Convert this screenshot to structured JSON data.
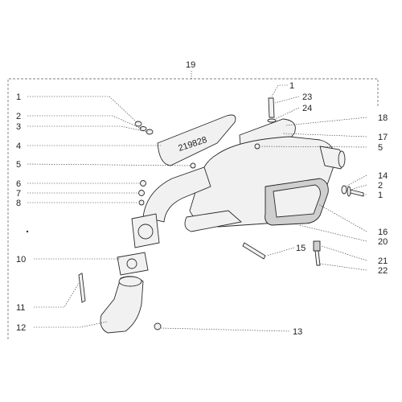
{
  "diagram": {
    "assembly_number": "19",
    "stamp_text": "219828",
    "callouts": [
      {
        "id": "c1-left",
        "number": "1"
      },
      {
        "id": "c2-left",
        "number": "2"
      },
      {
        "id": "c3-left",
        "number": "3"
      },
      {
        "id": "c4-left",
        "number": "4"
      },
      {
        "id": "c5-left",
        "number": "5"
      },
      {
        "id": "c6-left",
        "number": "6"
      },
      {
        "id": "c7-left",
        "number": "7"
      },
      {
        "id": "c8-left",
        "number": "8"
      },
      {
        "id": "c10-left",
        "number": "10"
      },
      {
        "id": "c11-left",
        "number": "11"
      },
      {
        "id": "c12-left",
        "number": "12"
      },
      {
        "id": "c13",
        "number": "13"
      },
      {
        "id": "c1-top",
        "number": "1"
      },
      {
        "id": "c23",
        "number": "23"
      },
      {
        "id": "c24",
        "number": "24"
      },
      {
        "id": "c18",
        "number": "18"
      },
      {
        "id": "c17",
        "number": "17"
      },
      {
        "id": "c5-right",
        "number": "5"
      },
      {
        "id": "c14",
        "number": "14"
      },
      {
        "id": "c2-right",
        "number": "2"
      },
      {
        "id": "c1-right",
        "number": "1"
      },
      {
        "id": "c16",
        "number": "16"
      },
      {
        "id": "c20",
        "number": "20"
      },
      {
        "id": "c15",
        "number": "15"
      },
      {
        "id": "c21",
        "number": "21"
      },
      {
        "id": "c22",
        "number": "22"
      }
    ]
  }
}
